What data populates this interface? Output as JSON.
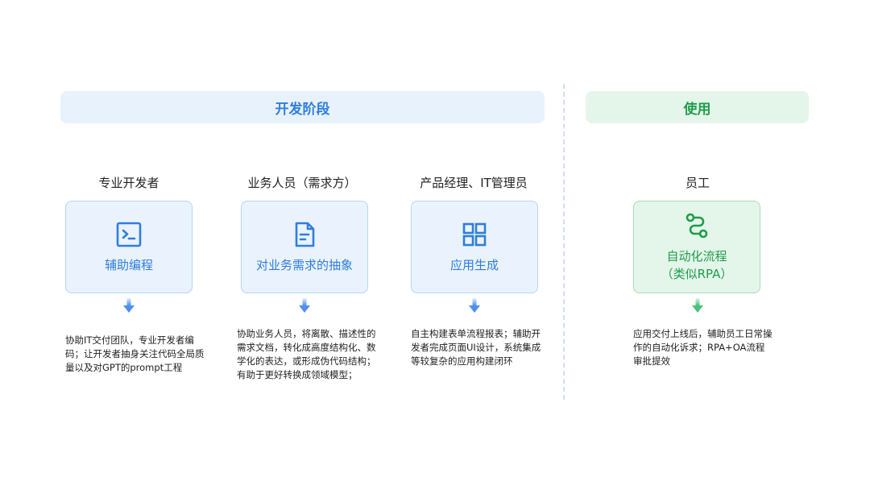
{
  "phases": {
    "dev": "开发阶段",
    "use": "使用"
  },
  "columns": [
    {
      "role": "专业开发者",
      "icon": "terminal-icon",
      "card_label": "辅助编程",
      "description": "协助IT交付团队，专业开发者编码；让开发者抽身关注代码全局质量以及对GPT的prompt工程"
    },
    {
      "role": "业务人员（需求方）",
      "icon": "document-icon",
      "card_label": "对业务需求的抽象",
      "description": "协助业务人员，将离散、描述性的需求文档，转化成高度结构化、数学化的表达，或形成伪代码结构；有助于更好转换成领域模型；"
    },
    {
      "role": "产品经理、IT管理员",
      "icon": "grid-icon",
      "card_label": "应用生成",
      "description": "自主构建表单流程报表；辅助开发者完成页面UI设计，系统集成等较复杂的应用构建闭环"
    },
    {
      "role": "员工",
      "icon": "flow-icon",
      "card_label_line1": "自动化流程",
      "card_label_line2": "（类似RPA）",
      "description": "应用交付上线后，辅助员工日常操作的自动化诉求；RPA+OA流程审批提效"
    }
  ],
  "colors": {
    "blue_accent": "#2f7de1",
    "green_accent": "#1f9d4b",
    "blue_bg": "#eaf3fd",
    "green_bg": "#e4f6ea"
  }
}
